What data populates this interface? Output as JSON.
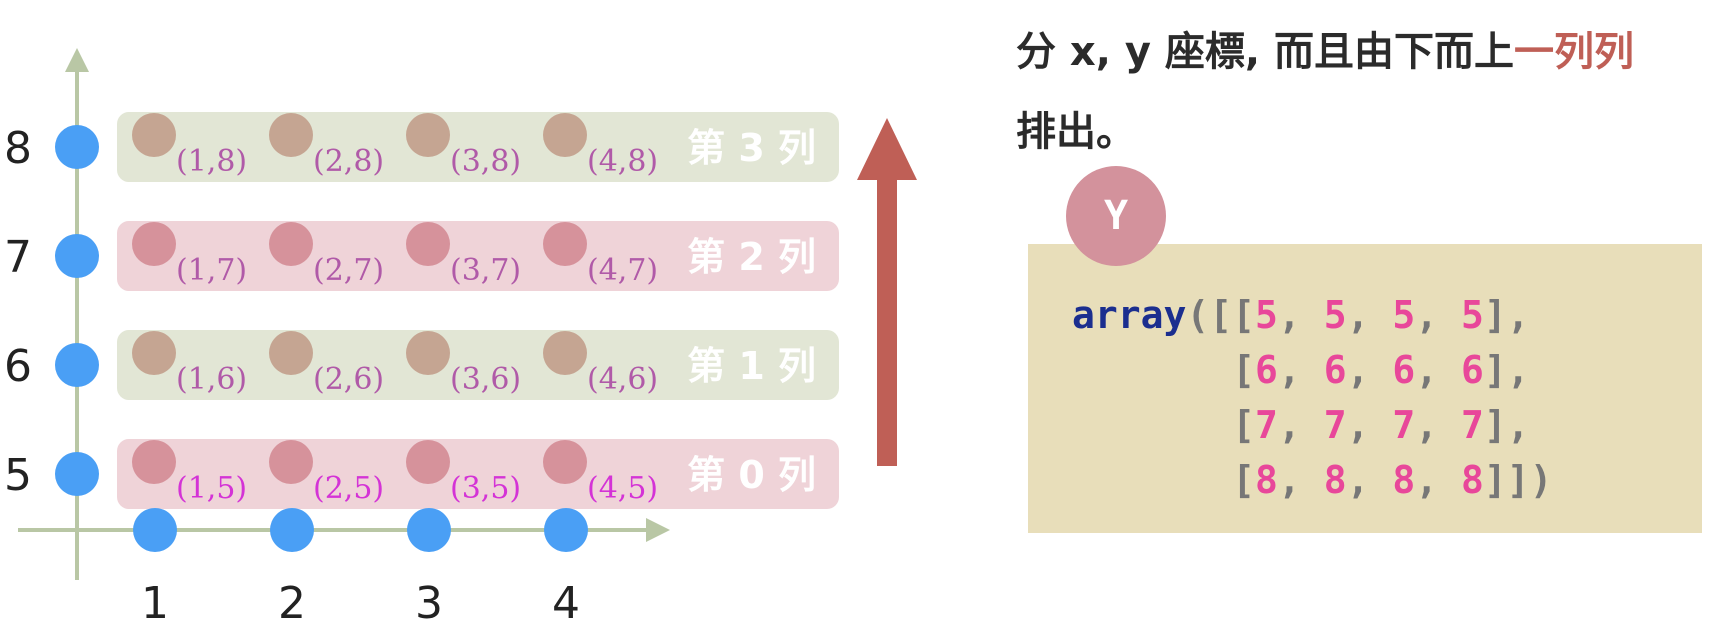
{
  "diagram": {
    "x_ticks": [
      1,
      2,
      3,
      4
    ],
    "y_ticks": [
      5,
      6,
      7,
      8
    ],
    "rows": [
      {
        "label": "第 0 列",
        "y": 5,
        "coords": [
          "(1,5)",
          "(2,5)",
          "(3,5)",
          "(4,5)"
        ]
      },
      {
        "label": "第 1 列",
        "y": 6,
        "coords": [
          "(1,6)",
          "(2,6)",
          "(3,6)",
          "(4,6)"
        ]
      },
      {
        "label": "第 2 列",
        "y": 7,
        "coords": [
          "(1,7)",
          "(2,7)",
          "(3,7)",
          "(4,7)"
        ]
      },
      {
        "label": "第 3 列",
        "y": 8,
        "coords": [
          "(1,8)",
          "(2,8)",
          "(3,8)",
          "(4,8)"
        ]
      }
    ]
  },
  "explanation": {
    "part1": "分 x, y 座標, 而且由下而上",
    "highlight": "一列列",
    "part2": "排出。"
  },
  "code": {
    "badge": "Y",
    "keyword": "array",
    "rows": [
      [
        5,
        5,
        5,
        5
      ],
      [
        6,
        6,
        6,
        6
      ],
      [
        7,
        7,
        7,
        7
      ],
      [
        8,
        8,
        8,
        8
      ]
    ]
  },
  "colors": {
    "axis": "#b9c7a5",
    "axis_point": "#4a9ff5",
    "band_green": "#e2e6d5",
    "band_pink": "#efd3d8",
    "dot_brown": "#c5a592",
    "dot_pink": "#d6929b",
    "arrow": "#bf5f56",
    "code_bg": "#e8deba",
    "keyword": "#1b2e8f",
    "number": "#e8479a"
  }
}
